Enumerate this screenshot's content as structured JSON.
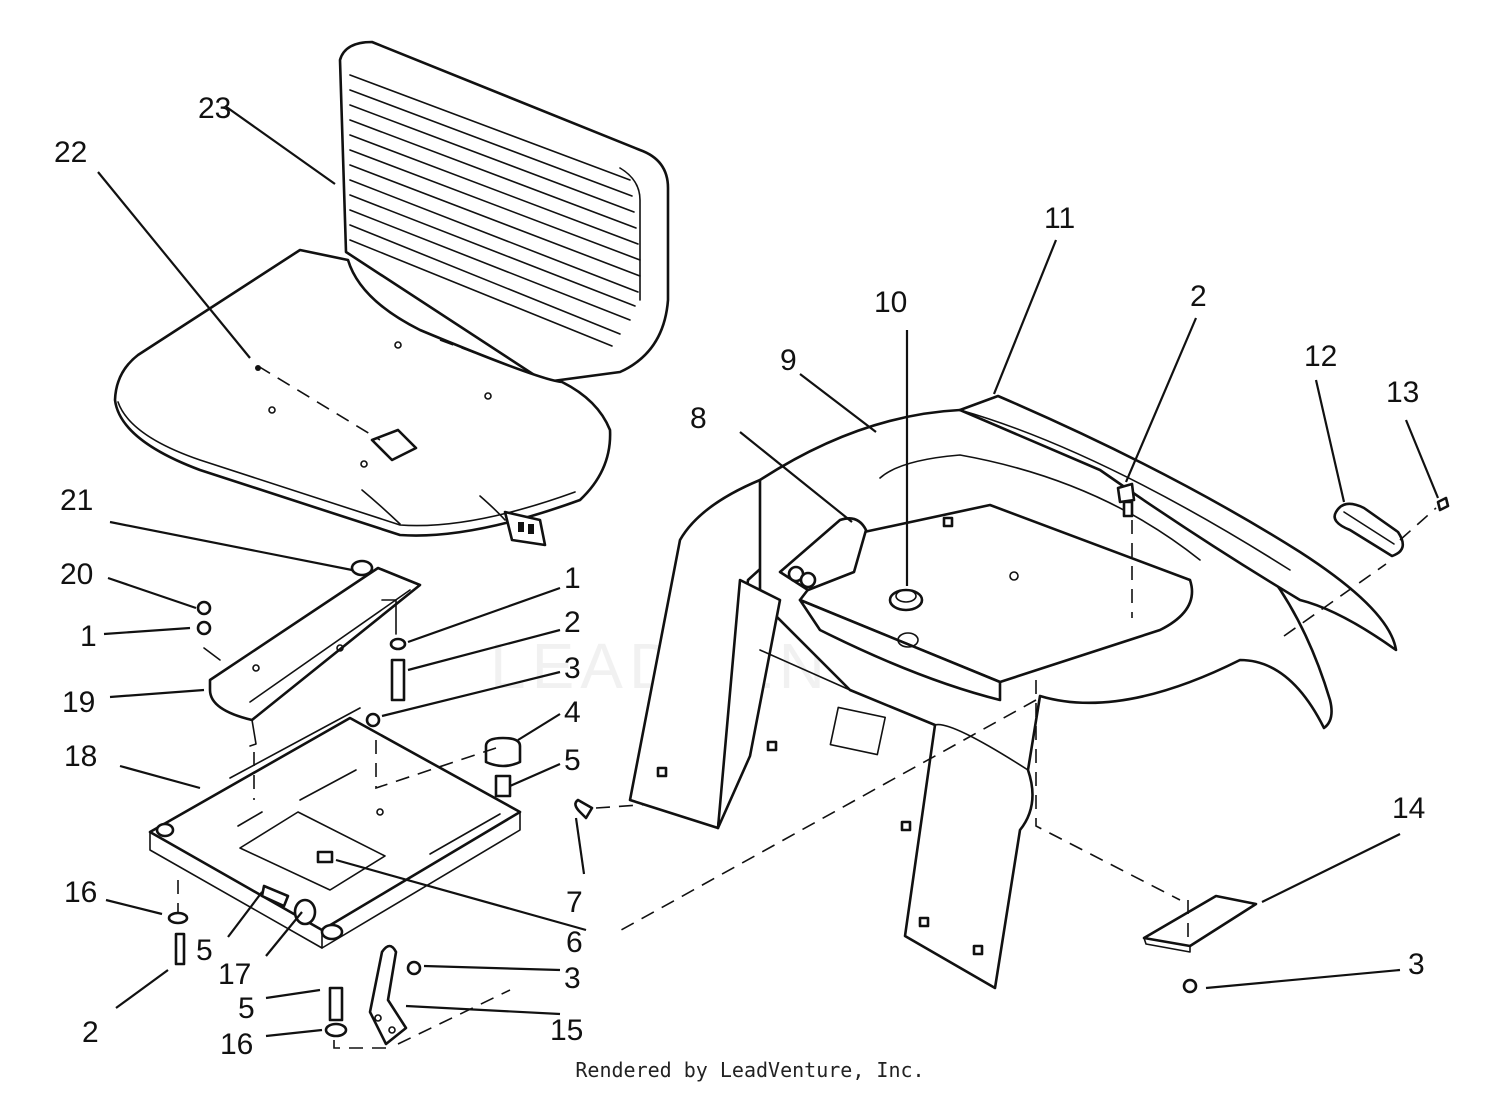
{
  "diagram": {
    "watermark": "LEADVENTURE",
    "footer": "Rendered by LeadVenture, Inc.",
    "callouts": [
      {
        "id": "c23",
        "label": "23"
      },
      {
        "id": "c22",
        "label": "22"
      },
      {
        "id": "c21",
        "label": "21"
      },
      {
        "id": "c20",
        "label": "20"
      },
      {
        "id": "c1a",
        "label": "1"
      },
      {
        "id": "c19",
        "label": "19"
      },
      {
        "id": "c18",
        "label": "18"
      },
      {
        "id": "c16a",
        "label": "16"
      },
      {
        "id": "c2a",
        "label": "2"
      },
      {
        "id": "c5a",
        "label": "5"
      },
      {
        "id": "c17",
        "label": "17"
      },
      {
        "id": "c5b",
        "label": "5"
      },
      {
        "id": "c16b",
        "label": "16"
      },
      {
        "id": "c1b",
        "label": "1"
      },
      {
        "id": "c2b",
        "label": "2"
      },
      {
        "id": "c3a",
        "label": "3"
      },
      {
        "id": "c4",
        "label": "4"
      },
      {
        "id": "c5c",
        "label": "5"
      },
      {
        "id": "c7",
        "label": "7"
      },
      {
        "id": "c6",
        "label": "6"
      },
      {
        "id": "c3b",
        "label": "3"
      },
      {
        "id": "c15",
        "label": "15"
      },
      {
        "id": "c8",
        "label": "8"
      },
      {
        "id": "c9",
        "label": "9"
      },
      {
        "id": "c10",
        "label": "10"
      },
      {
        "id": "c11",
        "label": "11"
      },
      {
        "id": "c2c",
        "label": "2"
      },
      {
        "id": "c12",
        "label": "12"
      },
      {
        "id": "c13",
        "label": "13"
      },
      {
        "id": "c14",
        "label": "14"
      },
      {
        "id": "c3c",
        "label": "3"
      }
    ]
  }
}
